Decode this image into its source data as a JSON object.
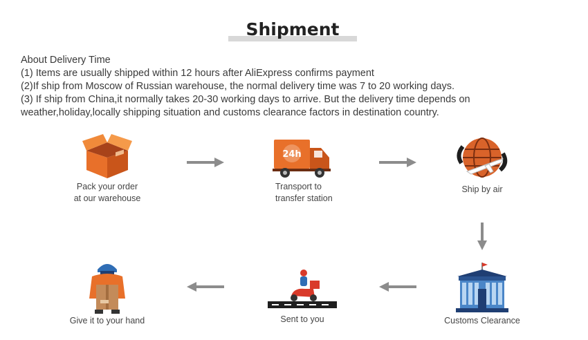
{
  "title": "Shipment",
  "delivery_info": {
    "heading": "About Delivery Time",
    "line1": "(1) Items are usually shipped within 12 hours after AliExpress confirms payment",
    "line2": "(2)If ship from Moscow of Russian warehouse, the normal delivery time was 7 to 20 working days.",
    "line3": "(3) If ship from China,it normally takes 20-30 working days to arrive. But the delivery time depends on weather,holiday,locally shipping situation and customs clearance factors in destination country."
  },
  "steps": {
    "pack": {
      "line1": "Pack your order",
      "line2": "at our warehouse",
      "icon": "box-icon"
    },
    "transport": {
      "line1": "Transport to",
      "line2": "transfer station",
      "icon": "truck-24h-icon",
      "badge": "24h"
    },
    "air": {
      "label": "Ship by air",
      "icon": "globe-airplane-icon"
    },
    "customs": {
      "label": "Customs Clearance",
      "icon": "customs-building-icon"
    },
    "sent": {
      "label": "Sent to you",
      "icon": "scooter-courier-icon"
    },
    "hand": {
      "label": "Give it to your hand",
      "icon": "delivery-person-icon"
    }
  },
  "colors": {
    "orange": "#e8702a",
    "dark_orange": "#c9551a",
    "arrow": "#8c8c8c",
    "blue": "#2f6db5",
    "navy": "#1f3e73"
  }
}
